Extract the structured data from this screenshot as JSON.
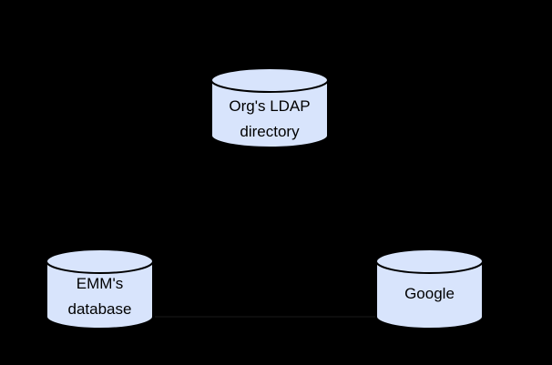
{
  "canvas": {
    "background_color": "#000000"
  },
  "diagram": {
    "node_style": {
      "fill_color": "#d8e4fc",
      "stroke_color": "#000000",
      "label_color": "#000000"
    },
    "nodes": [
      {
        "id": "ldap-directory",
        "shape": "database-cylinder",
        "lines": [
          "Org's LDAP",
          "directory"
        ]
      },
      {
        "id": "emm-database",
        "shape": "database-cylinder",
        "lines": [
          "EMM's",
          "database"
        ]
      },
      {
        "id": "google",
        "shape": "database-cylinder",
        "lines": [
          "Google"
        ]
      }
    ],
    "connectors": [
      {
        "from": "emm-database",
        "to": "google",
        "style": "faint-horizontal-line",
        "color": "#0d0d0d"
      }
    ]
  }
}
